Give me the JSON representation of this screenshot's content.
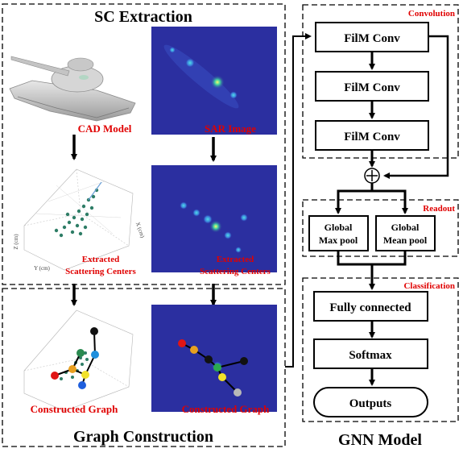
{
  "titles": {
    "sc_extraction": "SC Extraction",
    "graph_construction": "Graph Construction",
    "gnn_model": "GNN Model"
  },
  "image_labels": {
    "cad_model": "CAD Model",
    "sar_image": "SAR Image",
    "extracted_sc_left_line1": "Extracted",
    "extracted_sc_left_line2": "Scattering Centers",
    "extracted_sc_right_line1": "Extracted",
    "extracted_sc_right_line2": "Scattering Centers",
    "constructed_graph_left": "Constructed Graph",
    "constructed_graph_right": "Constructed Graph"
  },
  "plot_axes": {
    "z_axis": "Z (cm)",
    "y_axis": "Y (cm)",
    "x_axis": "X (cm)"
  },
  "gnn": {
    "convolution_label": "Convolution",
    "readout_label": "Readout",
    "classification_label": "Classification",
    "conv_blocks": [
      "FilM Conv",
      "FilM Conv",
      "FilM Conv"
    ],
    "max_pool_line1": "Global",
    "max_pool_line2": "Max pool",
    "mean_pool_line1": "Global",
    "mean_pool_line2": "Mean pool",
    "fully_connected": "Fully connected",
    "softmax": "Softmax",
    "outputs": "Outputs",
    "sum_symbol": "+"
  },
  "colors": {
    "section_label_red": "#e00000",
    "sar_background": "#2b2fa0",
    "box_stroke": "#000000"
  }
}
